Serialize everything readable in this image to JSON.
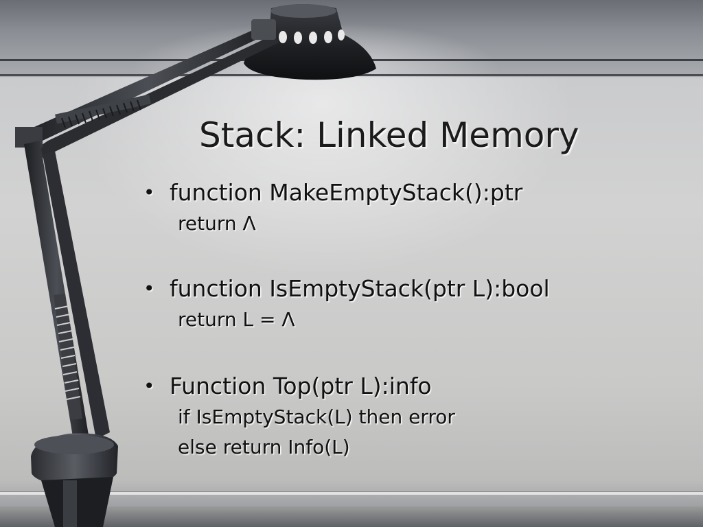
{
  "slide": {
    "title": "Stack: Linked Memory",
    "bullets": [
      {
        "heading": "function MakeEmptyStack():ptr",
        "lines": [
          "return Λ"
        ]
      },
      {
        "heading": "function IsEmptyStack(ptr L):bool",
        "lines": [
          "return L =  Λ"
        ]
      },
      {
        "heading": "Function Top(ptr L):info",
        "lines": [
          "if IsEmptyStack(L) then error",
          "else return Info(L)"
        ]
      }
    ],
    "bullet_glyph": "•"
  },
  "colors": {
    "text": "#111111",
    "lamp": "#2b2d31",
    "wall": "#d2d2d2"
  },
  "icons": [
    "desk-lamp-illustration"
  ]
}
